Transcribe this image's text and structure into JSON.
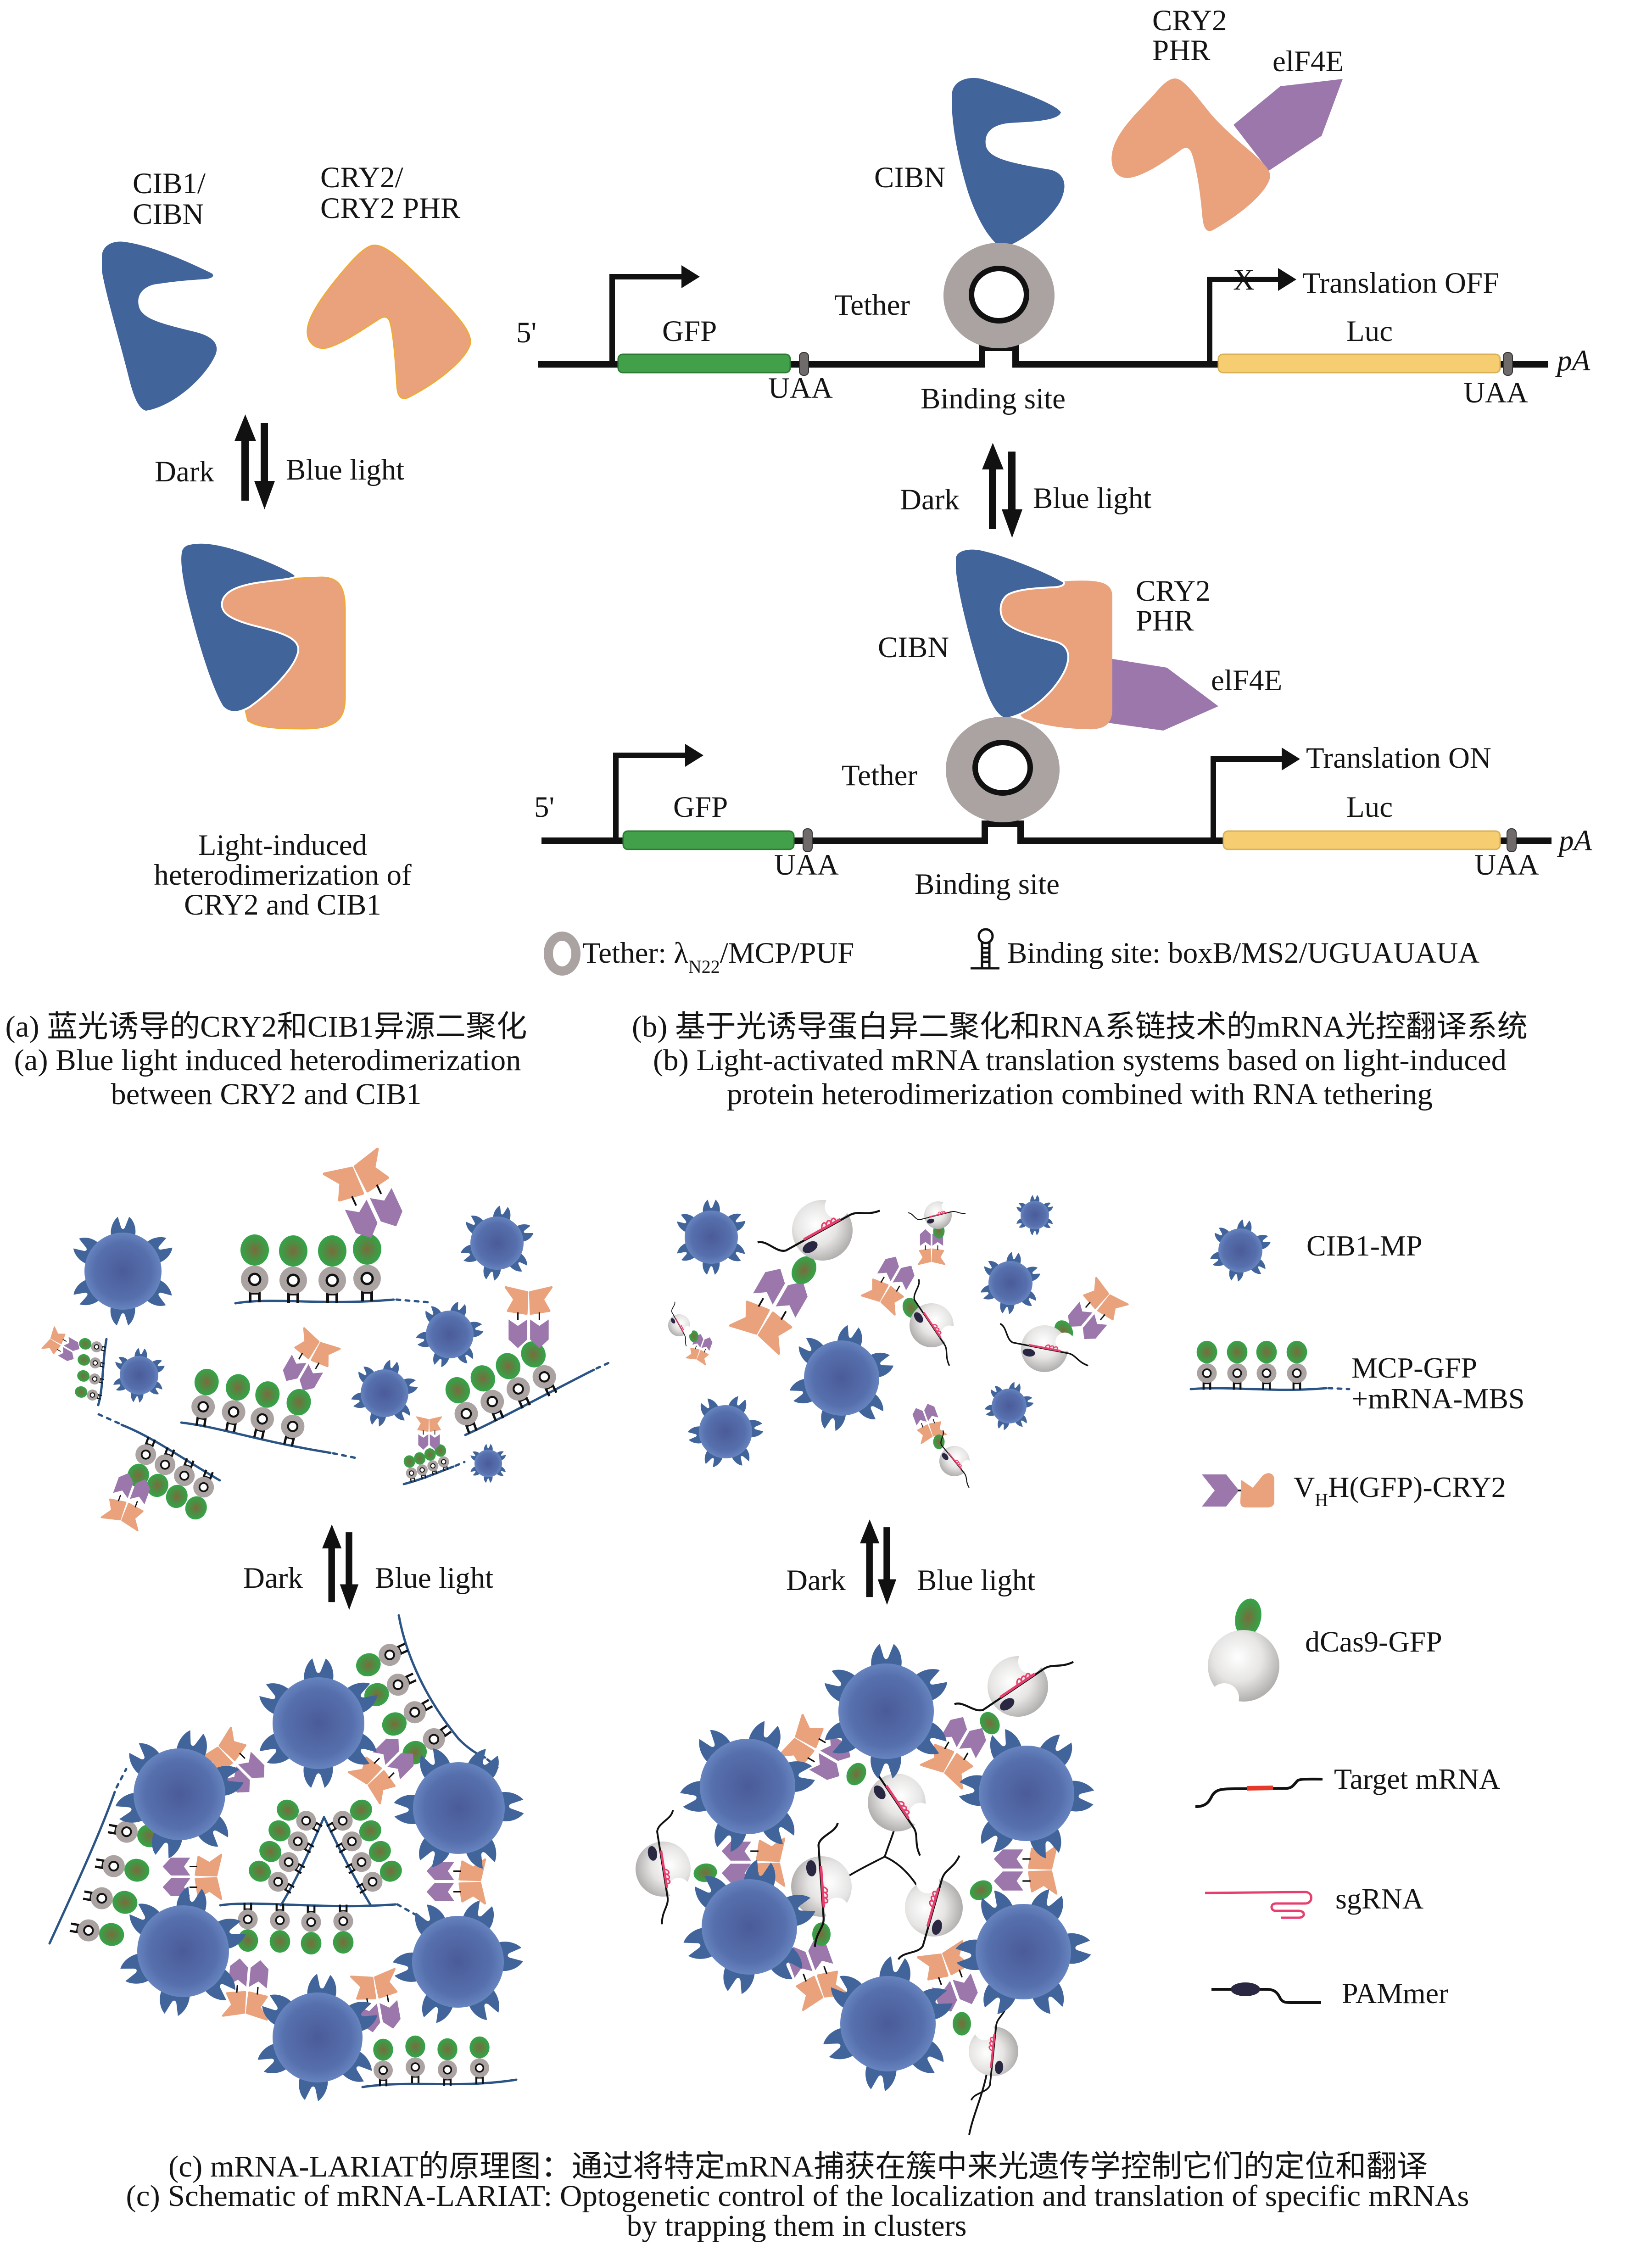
{
  "panel_a": {
    "cib1_label": "CIB1/",
    "cibn_label": "CIBN",
    "cry2_label": "CRY2/",
    "cry2_phr_label": "CRY2 PHR",
    "dark": "Dark",
    "blue_light": "Blue light",
    "description": [
      "Light-induced",
      "heterodimerization of",
      "CRY2 and CIB1"
    ],
    "caption_zh": "(a) 蓝光诱导的CRY2和CIB1异源二聚化",
    "caption_en": [
      "(a) Blue light induced heterodimerization",
      "between CRY2 and CIB1"
    ]
  },
  "panel_b": {
    "dark_state": {
      "cry2": "CRY2",
      "phr": "PHR",
      "elf4e": "elF4E",
      "cibn": "CIBN",
      "tether": "Tether",
      "five_prime": "5'",
      "gfp": "GFP",
      "stop_1": "UAA",
      "binding_site": "Binding site",
      "blocked_mark": "X",
      "translation_status": "Translation OFF",
      "luc": "Luc",
      "stop_2": "UAA",
      "poly_a": "pA"
    },
    "dark": "Dark",
    "blue_light": "Blue light",
    "light_state": {
      "cry2": "CRY2",
      "phr": "PHR",
      "elf4e": "elF4E",
      "cibn": "CIBN",
      "tether": "Tether",
      "five_prime": "5'",
      "gfp": "GFP",
      "stop_1": "UAA",
      "binding_site": "Binding site",
      "translation_status": "Translation ON",
      "luc": "Luc",
      "stop_2": "UAA",
      "poly_a": "pA"
    },
    "legend": {
      "tether_prefix": "Tether: λ",
      "tether_sub": "N22",
      "tether_suffix": "/MCP/PUF",
      "binding_site": "Binding site: boxB/MS2/UGUAUAUA"
    },
    "caption_zh": "(b) 基于光诱导蛋白异二聚化和RNA系链技术的mRNA光控翻译系统",
    "caption_en": [
      "(b) Light-activated mRNA translation systems based on light-induced",
      "protein heterodimerization combined with RNA tethering"
    ]
  },
  "panel_c": {
    "left": {
      "dark": "Dark",
      "blue_light": "Blue light"
    },
    "right": {
      "dark": "Dark",
      "blue_light": "Blue light"
    },
    "legend": {
      "cib1_mp": "CIB1-MP",
      "mcp_gfp": [
        "MCP-GFP",
        "+mRNA-MBS"
      ],
      "vhh_cry2": {
        "v": "V",
        "sub": "H",
        "rest": "H(GFP)-CRY2"
      },
      "dcas9_gfp": "dCas9-GFP",
      "target_mrna": "Target mRNA",
      "sgrna": "sgRNA",
      "pammer": "PAMmer"
    },
    "caption_zh": "(c) mRNA-LARIAT的原理图：通过将特定mRNA捕获在簇中来光遗传学控制它们的定位和翻译",
    "caption_en": [
      "(c) Schematic of mRNA-LARIAT: Optogenetic control of the localization and translation of specific mRNAs",
      "by trapping them in clusters"
    ]
  },
  "colors": {
    "cib_blue": "#41649b",
    "cry2_orange": "#e9a27c",
    "cry2_outline": "#f0aa36",
    "elf4e_purple": "#9b77ab",
    "vhh_purple": "#9b77ab",
    "gfp_bar_green": "#41a049",
    "luc_yellow": "#f6cd70",
    "tether_gray": "#aaa3a2",
    "stop_codon_red": "#e0312f",
    "blue_light_text": "#3b94cc",
    "translation_on_green": "#1f9a4e",
    "sgrna_pink": "#e83e6e",
    "mrna_blue": "#2b5486",
    "pammer_dark": "#2a2742",
    "target_red": "#e5392b"
  }
}
